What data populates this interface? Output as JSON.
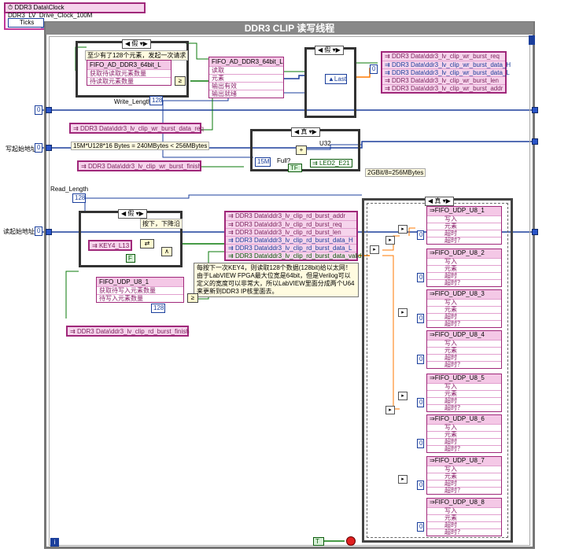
{
  "clock_node": {
    "label": "DDR3 Data\\Clock DDR3_LV_Drive_Clock_100M"
  },
  "ticks_node": {
    "label": "Ticks"
  },
  "loop": {
    "title": "DDR3 CLIP 读写线程",
    "iteration_icon": "i",
    "stop_icon": "stop-icon"
  },
  "write": {
    "case_false": "假",
    "note_128": "至少有了128个元素，发起一次请求",
    "fifo_ad": {
      "title": "FIFO_AD_DDR3_64bit_L",
      "rows": [
        "获取待读取元素数量",
        "待读取元素数量"
      ]
    },
    "fifo_ad2": {
      "title": "FIFO_AD_DDR3_64bit_L",
      "rows": [
        "读取",
        "元素",
        "输出有效",
        "输出就绪"
      ]
    },
    "case_inner_sel": "",
    "last_label": "Last",
    "zero_a": "0",
    "wr_nodes": [
      "DDR3 Data\\ddr3_lv_clip_wr_burst_req",
      "DDR3 Data\\ddr3_lv_clip_wr_burst_data_H",
      "DDR3 Data\\ddr3_lv_clip_wr_burst_data_L",
      "DDR3 Data\\ddr3_lv_clip_wr_burst_len",
      "DDR3 Data\\ddr3_lv_clip_wr_burst_addr"
    ],
    "write_length_label": "Write_Length",
    "write_length_value": "128",
    "zero_left": "0",
    "wr_burst_data_req": "DDR3 Data\\ddr3_lv_clip_wr_burst_data_req",
    "size_note": "15M*U128*16 Bytes = 240MBytes < 256MBytes",
    "case_true": "真",
    "u32_label": "U32",
    "addr_label": "写起始地址",
    "zero_addr": "0",
    "value_15m": "15M",
    "full_label": "Full?",
    "led_label": "LED2_E21",
    "wr_burst_finish": "DDR3 Data\\ddr3_lv_clip_wr_burst_finish",
    "gbit_note": "2GBit/8=256MBytes"
  },
  "read": {
    "read_length_label": "Read_Length",
    "read_length_value": "128",
    "addr_label": "读起始地址",
    "zero_addr": "0",
    "case_false": "假",
    "press_note": "按下，下降沿",
    "key_label": "KEY4_L13",
    "rd_nodes": [
      "DDR3 Data\\ddr3_lv_clip_rd_burst_addr",
      "DDR3 Data\\ddr3_lv_clip_rd_burst_req",
      "DDR3 Data\\ddr3_lv_clip_rd_burst_len",
      "DDR3 Data\\ddr3_lv_clip_rd_burst_data_H",
      "DDR3 Data\\ddr3_lv_clip_rd_burst_data_L",
      "DDR3 Data\\ddr3_lv_clip_rd_burst_data_valid"
    ],
    "fifo_udp_ctl": {
      "title": "FIFO_UDP_U8_1",
      "rows": [
        "获取待写入元素数量",
        "待写入元素数量"
      ]
    },
    "value_128": "128",
    "rd_burst_finish": "DDR3 Data\\ddr3_lv_clip_rd_burst_finish",
    "note_lines": [
      "每按下一次KEY4，则读取128个数据(128bit)给以太网！",
      "由于LabVIEW FPGA最大位宽是64bit，但是Verilog可以",
      "定义的宽度可以非常大，所以LabVIEW里面分成两个U64",
      "来更新到DDR3 IP核里面去。"
    ],
    "case_true": "真",
    "udp_rows": [
      "写入",
      "元素",
      "超时",
      "超时？"
    ],
    "udp_nodes": [
      "FIFO_UDP_U8_1",
      "FIFO_UDP_U8_2",
      "FIFO_UDP_U8_3",
      "FIFO_UDP_U8_4",
      "FIFO_UDP_U8_5",
      "FIFO_UDP_U8_6",
      "FIFO_UDP_U8_7",
      "FIFO_UDP_U8_8"
    ],
    "udp_zero": "0"
  },
  "colors": {
    "wire_blue": "#1b3f9c",
    "wire_green": "#0a7a0a",
    "wire_pink": "#c0379a",
    "wire_orange": "#ff7a00",
    "node_pink": "#f4c8e6",
    "loop_gray": "#888888"
  }
}
